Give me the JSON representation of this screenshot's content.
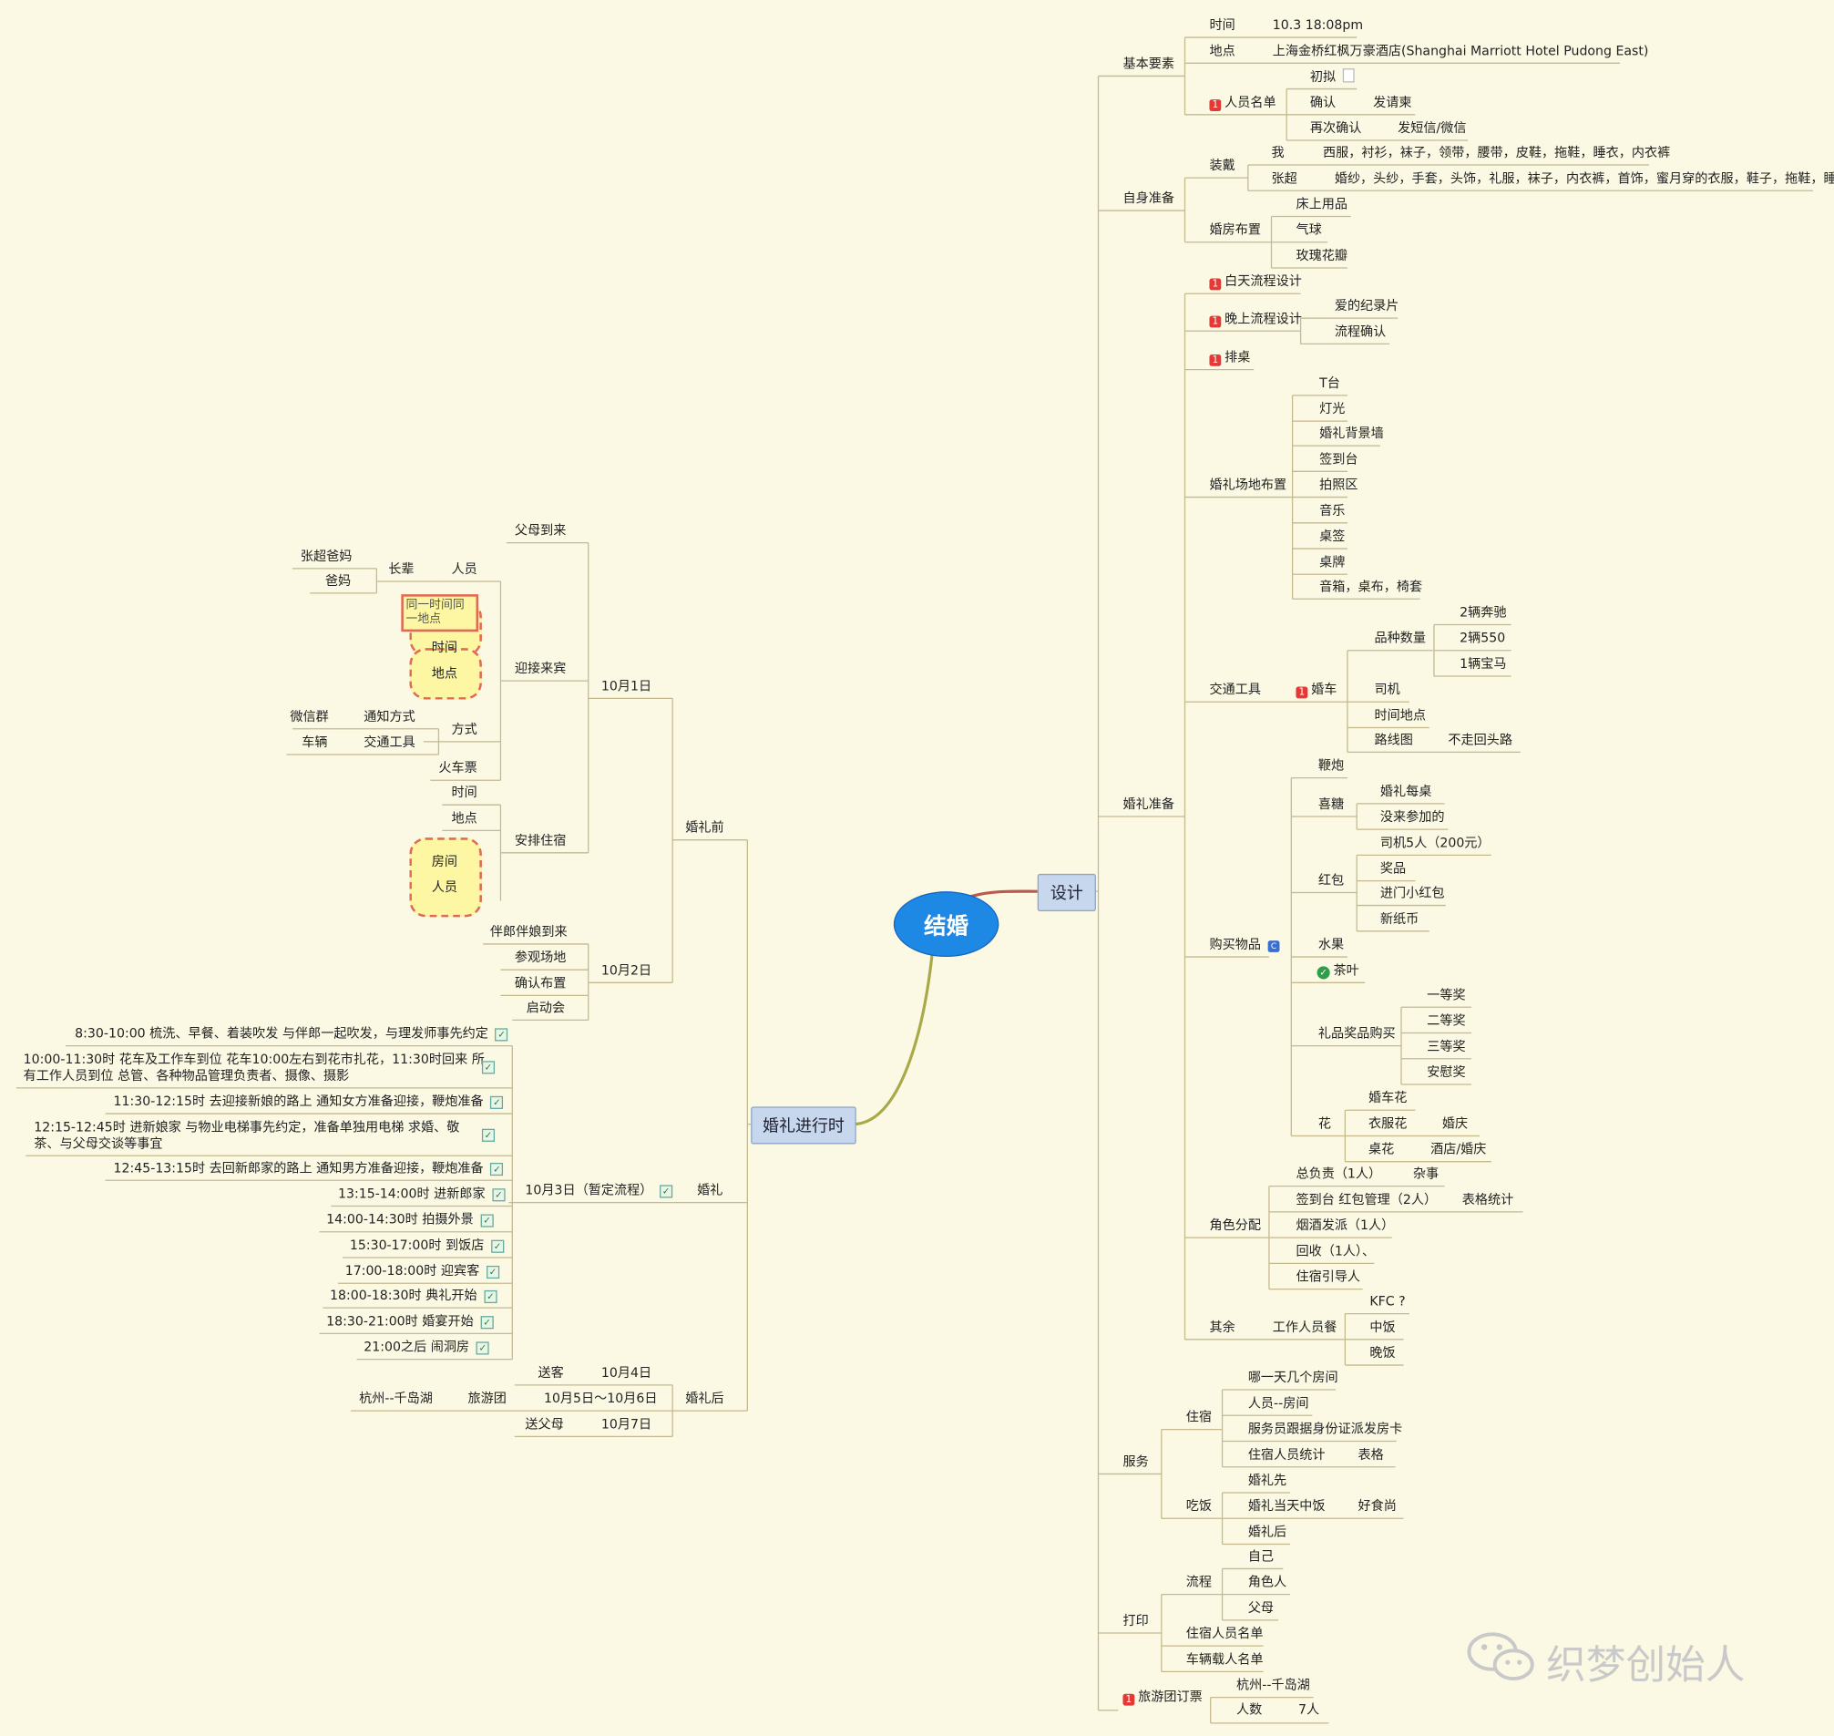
{
  "root": "结婚",
  "main": {
    "design": "设计",
    "progress": "婚礼进行时"
  },
  "basic": {
    "label": "基本要素",
    "time_l": "时间",
    "time_v": "10.3 18:08pm",
    "place_l": "地点",
    "place_v": "上海金桥红枫万豪酒店(Shanghai Marriott Hotel Pudong East)",
    "list": "人员名单",
    "draft": "初拟",
    "confirm": "确认",
    "invite": "发请柬",
    "reconfirm": "再次确认",
    "msg": "发短信/微信"
  },
  "self": {
    "label": "自身准备",
    "wear": "装戴",
    "me": "我",
    "me_items": "西服，衬衫，袜子，领带，腰带，皮鞋，拖鞋，睡衣，内衣裤",
    "zc": "张超",
    "zc_items": "婚纱，头纱，手套，头饰，礼服，袜子，内衣裤，首饰，蜜月穿的衣服，鞋子，拖鞋，睡衣",
    "room": "婚房布置",
    "bed": "床上用品",
    "balloon": "气球",
    "rose": "玫瑰花瓣"
  },
  "prep": {
    "label": "婚礼准备",
    "day": "白天流程设计",
    "night": "晚上流程设计",
    "film": "爱的纪录片",
    "flowconfirm": "流程确认",
    "table": "排桌",
    "venue": "婚礼场地布置",
    "venue_items": [
      "T台",
      "灯光",
      "婚礼背景墙",
      "签到台",
      "拍照区",
      "音乐",
      "桌签",
      "桌牌",
      "音箱，桌布，椅套"
    ],
    "traffic": "交通工具",
    "car": "婚车",
    "kind": "品种数量",
    "benz": "2辆奔驰",
    "c550": "2辆550",
    "bmw": "1辆宝马",
    "driver": "司机",
    "timeplace": "时间地点",
    "route": "路线图",
    "noback": "不走回头路",
    "buy": "购买物品",
    "firecracker": "鞭炮",
    "candy": "喜糖",
    "candy1": "婚礼每桌",
    "candy2": "没来参加的",
    "redpack": "红包",
    "rp1": "司机5人（200元）",
    "rp2": "奖品",
    "rp3": "进门小红包",
    "rp4": "新纸币",
    "fruit": "水果",
    "tea": "茶叶",
    "gift": "礼品奖品购买",
    "g1": "一等奖",
    "g2": "二等奖",
    "g3": "三等奖",
    "g4": "安慰奖",
    "flower": "花",
    "f1": "婚车花",
    "f2": "衣服花",
    "f2b": "婚庆",
    "f3": "桌花",
    "f3b": "酒店/婚庆",
    "role": "角色分配",
    "r1": "总负责（1人）",
    "r1b": "杂事",
    "r2": "签到台 红包管理（2人）",
    "r2b": "表格统计",
    "r3": "烟酒发派（1人）",
    "r4": "回收（1人）、",
    "r5": "住宿引导人",
    "other": "其余",
    "meal": "工作人员餐",
    "kfc": "KFC ?",
    "lunch": "中饭",
    "dinner": "晚饭"
  },
  "service": {
    "label": "服务",
    "stay": "住宿",
    "s1": "哪一天几个房间",
    "s2": "人员--房间",
    "s3": "服务员跟据身份证派发房卡",
    "s4": "住宿人员统计",
    "s4b": "表格",
    "eat": "吃饭",
    "e1": "婚礼先",
    "e2": "婚礼当天中饭",
    "e2b": "好食尚",
    "e3": "婚礼后"
  },
  "print": {
    "label": "打印",
    "flow": "流程",
    "self": "自己",
    "role": "角色人",
    "parents": "父母",
    "stay": "住宿人员名单",
    "car": "车辆载人名单"
  },
  "tour": {
    "label": "旅游团订票",
    "dest": "杭州--千岛湖",
    "num_l": "人数",
    "num_v": "7人"
  },
  "before": {
    "label": "婚礼前",
    "oct1": "10月1日",
    "parents": "父母到来",
    "welcome": "迎接来宾",
    "people": "人员",
    "elder": "长辈",
    "zcparents": "张超爸妈",
    "myparents": "爸妈",
    "note": "同一时间同一地点",
    "time": "时间",
    "place": "地点",
    "method": "方式",
    "notify": "通知方式",
    "wechat": "微信群",
    "vehicle": "交通工具",
    "car": "车辆",
    "train": "火车票",
    "lodge": "安排住宿",
    "l_time": "时间",
    "l_place": "地点",
    "l_room": "房间",
    "l_people": "人员",
    "oct2": "10月2日",
    "o2_1": "伴郎伴娘到来",
    "o2_2": "参观场地",
    "o2_3": "确认布置",
    "o2_4": "启动会"
  },
  "wedding": {
    "label": "婚礼",
    "oct3": "10月3日（暂定流程）",
    "items": [
      "8:30-10:00   梳洗、早餐、着装吹发   与伴郎一起吹发，与理发师事先约定",
      "10:00-11:30时          花车及工作车到位  花车10:00左右到花市扎花，11:30时回来 所",
      "有工作人员到位       总管、各种物品管理负责者、摄像、摄影",
      "11:30-12:15时 去迎接新娘的路上     通知女方准备迎接，鞭炮准备",
      "12:15-12:45时 进新娘家                  与物业电梯事先约定，准备单独用电梯  求婚、敬",
      "茶、与父母交谈等事宜",
      "12:45-13:15时 去回新郎家的路上     通知男方准备迎接，鞭炮准备",
      "13:15-14:00时 进新郎家",
      "14:00-14:30时 拍摄外景",
      "15:30-17:00时 到饭店",
      "17:00-18:00时 迎宾客",
      "18:00-18:30时 典礼开始",
      "18:30-21:00时 婚宴开始",
      "21:00之后    闹洞房"
    ]
  },
  "after": {
    "label": "婚礼后",
    "oct4": "10月4日",
    "see": "送客",
    "oct56": "10月5日～10月6日",
    "tourgroup": "旅游团",
    "dest": "杭州--千岛湖",
    "oct7": "10月7日",
    "sendparents": "送父母"
  },
  "watermark": "织梦创始人",
  "colors": {
    "bg": "#fbf9e3",
    "root": "#1e88e5",
    "main": "#c6d7ee",
    "line": "#c4b98f",
    "badge": "#e53935"
  }
}
